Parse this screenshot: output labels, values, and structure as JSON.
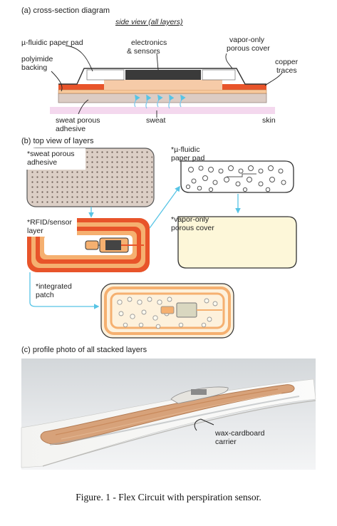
{
  "sections": {
    "a": {
      "title": "(a) cross-section diagram",
      "subtitle": "side view (all layers)",
      "labels": {
        "paper_pad": "µ-fluidic paper pad",
        "electronics_1": "electronics",
        "electronics_2": "& sensors",
        "vapor_1": "vapor-only",
        "vapor_2": "porous cover",
        "polyimide_1": "polyimide",
        "polyimide_2": "backing",
        "copper_1": "copper",
        "copper_2": "traces",
        "sweat_porous_1": "sweat porous",
        "sweat_porous_2": "adhesive",
        "sweat": "sweat",
        "skin": "skin"
      }
    },
    "b": {
      "title": "(b) top view of layers",
      "labels": {
        "adhesive_1": "*sweat porous",
        "adhesive_2": "adhesive",
        "paper_1": "*µ-fluidic",
        "paper_2": "paper pad",
        "rfid_1": "*RFID/sensor",
        "rfid_2": "layer",
        "cover_1": "*vapor-only",
        "cover_2": "porous cover",
        "patch_1": "*integrated",
        "patch_2": "patch"
      }
    },
    "c": {
      "title": "(c) profile photo of all stacked layers",
      "labels": {
        "carrier_1": "wax-cardboard",
        "carrier_2": "carrier"
      }
    }
  },
  "caption": "Figure. 1 - Flex Circuit with perspiration sensor.",
  "colors": {
    "copper": "#e8542a",
    "copper_light": "#f5b070",
    "polyimide": "#f7c99c",
    "adhesive": "#dccfc6",
    "cover": "#fdf7d9",
    "arrow": "#57c4e5",
    "chip": "#444444",
    "sweat": "#80c8ec"
  }
}
